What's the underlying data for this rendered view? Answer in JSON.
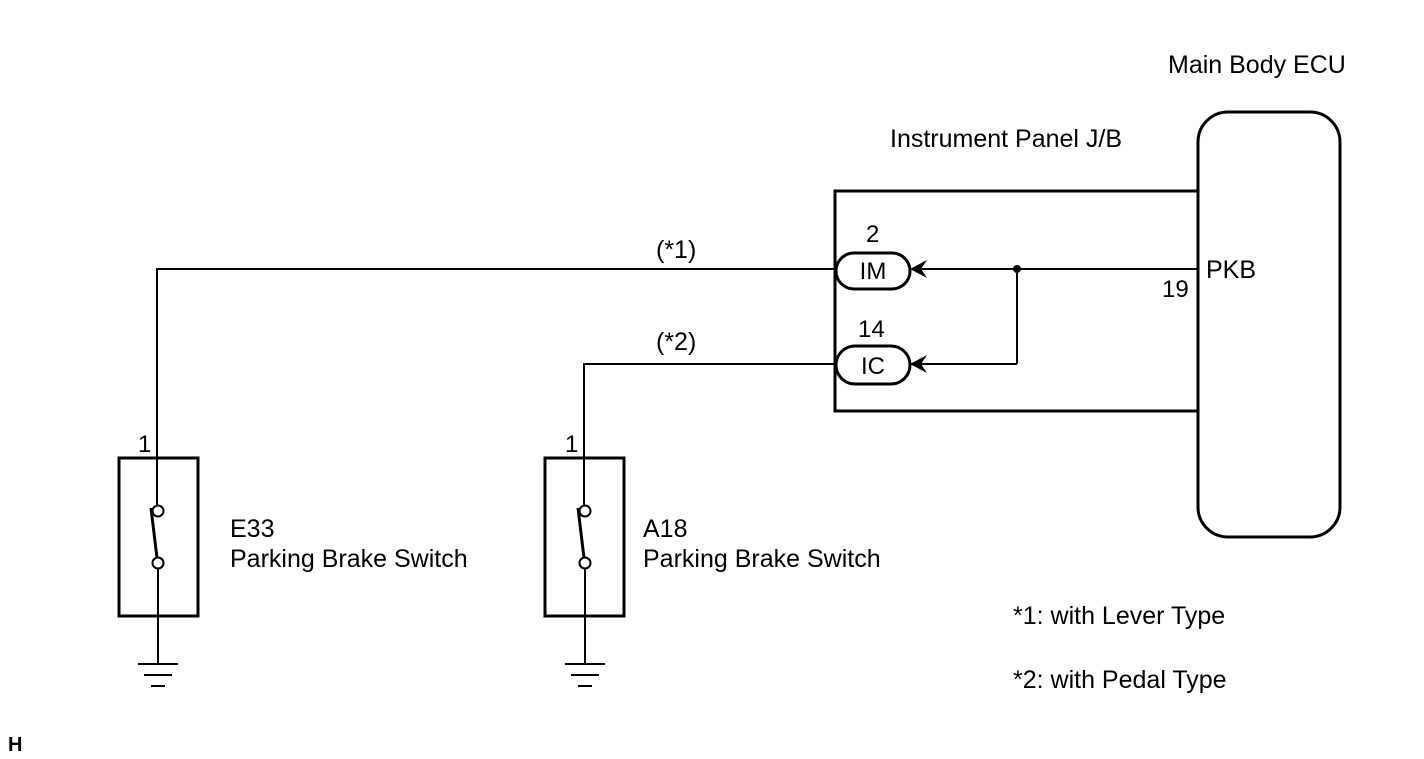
{
  "ecu": {
    "name": "Main Body ECU",
    "terminal_name": "PKB",
    "terminal_pin": "19"
  },
  "junction": {
    "name": "Instrument Panel J/B",
    "connectors": [
      {
        "name": "IM",
        "pin": "2"
      },
      {
        "name": "IC",
        "pin": "14"
      }
    ]
  },
  "wires": [
    {
      "tag": "(*1)"
    },
    {
      "tag": "(*2)"
    }
  ],
  "switches": [
    {
      "code": "E33",
      "name": "Parking Brake Switch",
      "pin": "1"
    },
    {
      "code": "A18",
      "name": "Parking Brake Switch",
      "pin": "1"
    }
  ],
  "notes": [
    "*1: with Lever Type",
    "*2: with Pedal Type"
  ],
  "corner_mark": "H"
}
